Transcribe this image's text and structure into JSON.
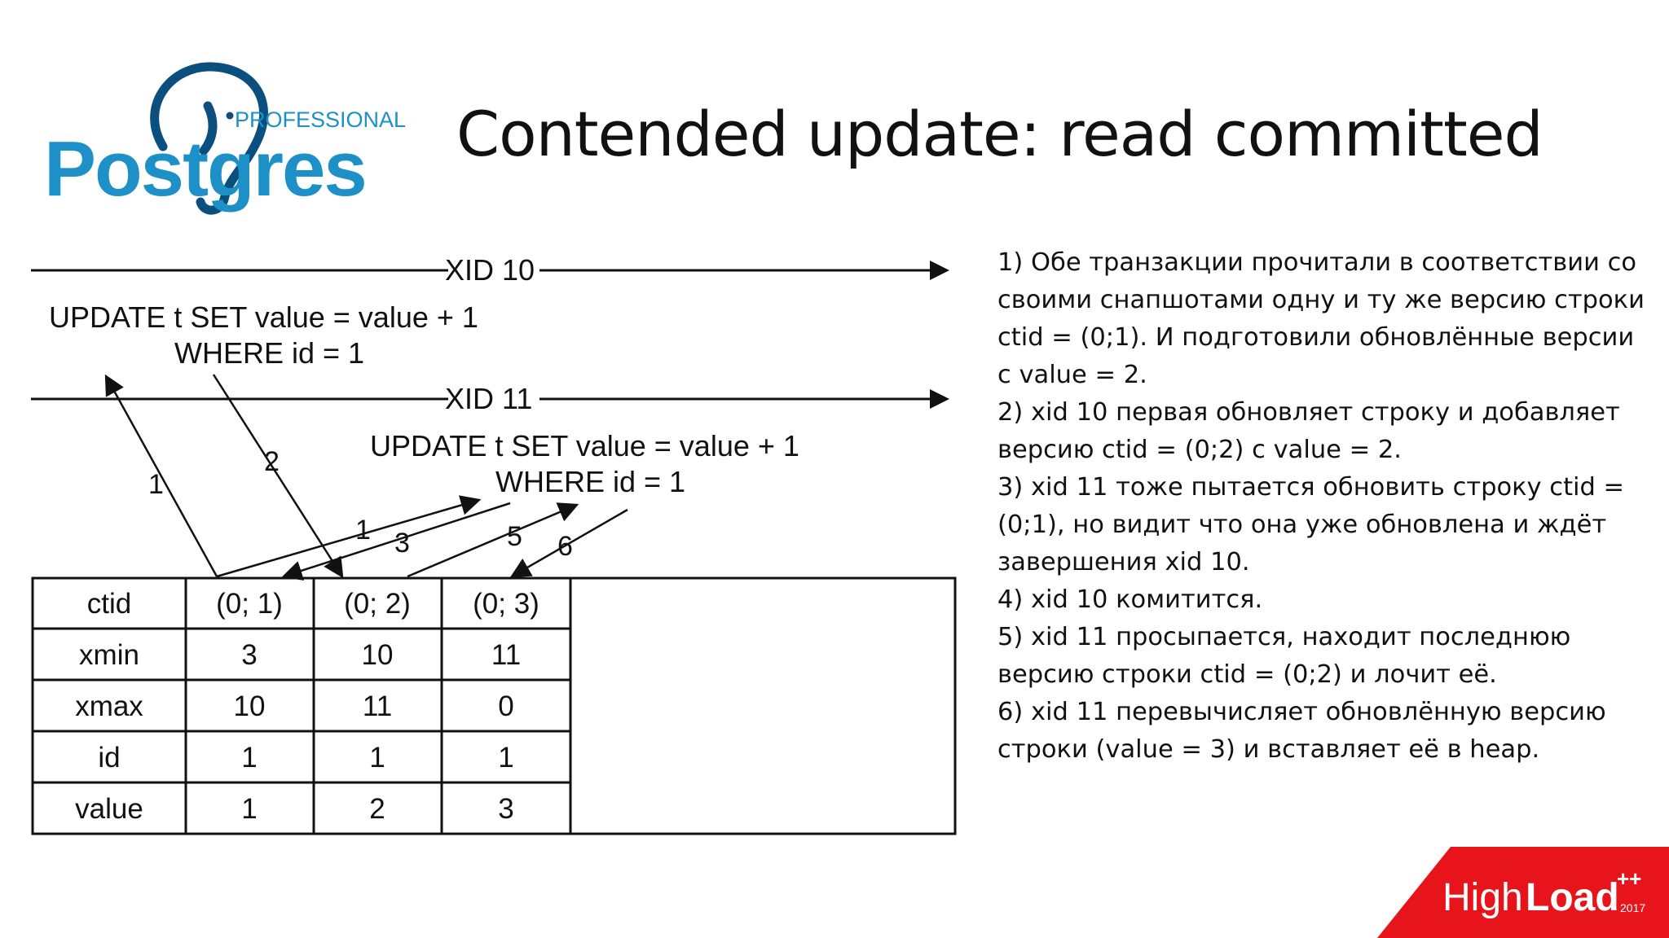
{
  "logo": {
    "word": "Postgres",
    "tagline": "PROFESSIONAL",
    "color": "#1E90C8",
    "dark_color": "#0B4F7E"
  },
  "title": "Contended update: read committed",
  "diagram": {
    "xid10_label": "XID 10",
    "xid11_label": "XID 11",
    "query10_line1": "UPDATE t SET value = value + 1",
    "query10_line2": "WHERE id = 1",
    "query11_line1": "UPDATE t SET value = value + 1",
    "query11_line2": "WHERE id = 1",
    "arrow_labels": {
      "read10": "1",
      "write10": "2",
      "read11": "1",
      "wait11": "3",
      "reread11": "5",
      "write11": "6"
    }
  },
  "table": {
    "headers": [
      "ctid",
      "(0; 1)",
      "(0; 2)",
      "(0; 3)"
    ],
    "rows": [
      {
        "label": "xmin",
        "cells": [
          "3",
          "10",
          "11"
        ],
        "highlight": [
          false,
          true,
          true
        ]
      },
      {
        "label": "xmax",
        "cells": [
          "10",
          "11",
          "0"
        ],
        "highlight": [
          true,
          true,
          false
        ]
      },
      {
        "label": "id",
        "cells": [
          "1",
          "1",
          "1"
        ],
        "highlight": [
          false,
          false,
          false
        ]
      },
      {
        "label": "value",
        "cells": [
          "1",
          "2",
          "3"
        ],
        "highlight": [
          false,
          true,
          true
        ]
      }
    ],
    "highlight_color": "#E8141B"
  },
  "notes": [
    "1) Обе транзакции прочитали в соответствии со своими снапшотами одну и ту же версию строки ctid = (0;1).  И подготовили обновлённые версии с value = 2.",
    "2) xid 10 первая обновляет строку и добавляет версию ctid = (0;2) с value = 2.",
    "3) xid 11 тоже пытается обновить строку ctid = (0;1), но видит что она уже обновлена и ждёт завершения xid 10.",
    "4) xid 10 комитится.",
    "5) xid 11 просыпается, находит последнюю версию строки ctid = (0;2) и лочит её.",
    "6) xid 11 перевычисляет обновлённую версию строки (value = 3) и вставляет её в heap."
  ],
  "badge": {
    "word_light": "High",
    "word_bold": "Load",
    "superscript": "++",
    "year": "2017",
    "color": "#E8141B"
  }
}
